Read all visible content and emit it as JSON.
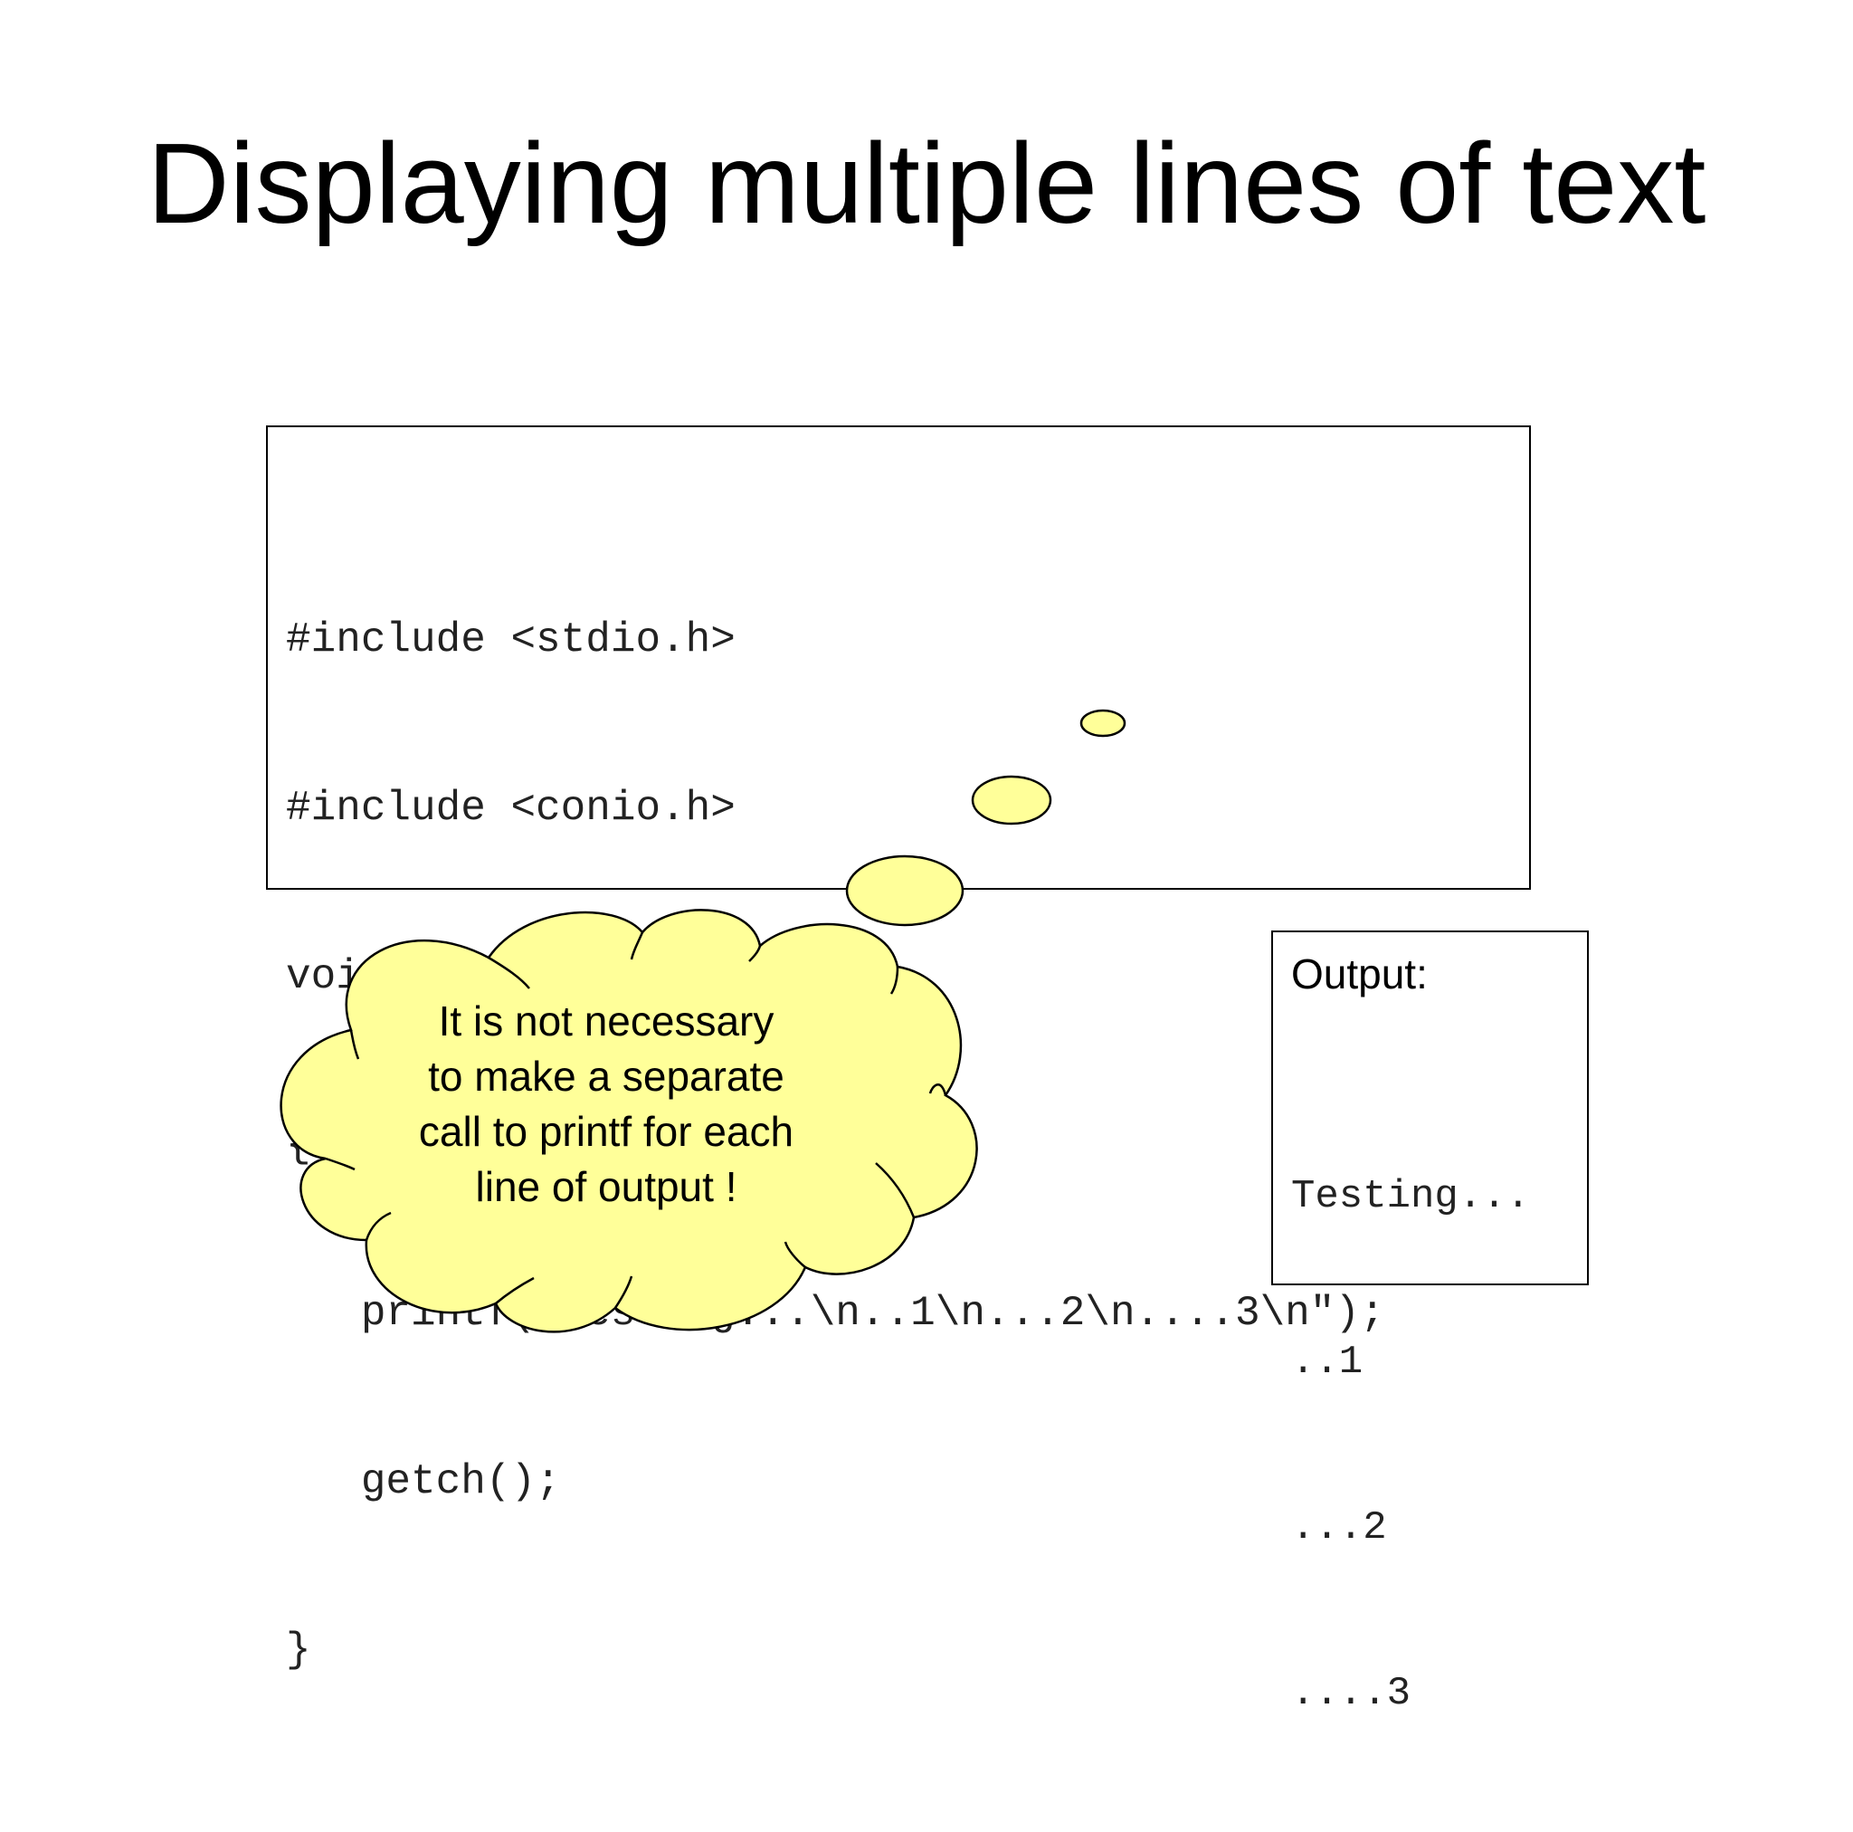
{
  "slide": {
    "title": "Displaying multiple lines of text"
  },
  "code": {
    "lines": [
      "#include <stdio.h>",
      "#include <conio.h>",
      "void main (void)",
      "{",
      "   printf(\"Testing...\\n..1\\n...2\\n....3\\n\");",
      "   getch();",
      "}"
    ]
  },
  "output": {
    "label": "Output:",
    "lines": [
      "Testing...",
      "..1",
      "...2",
      "....3"
    ]
  },
  "callout": {
    "lines": [
      "It is not necessary",
      "to make a separate",
      "call to printf for each",
      "line of output !"
    ],
    "fill_color": "#ffff99"
  }
}
